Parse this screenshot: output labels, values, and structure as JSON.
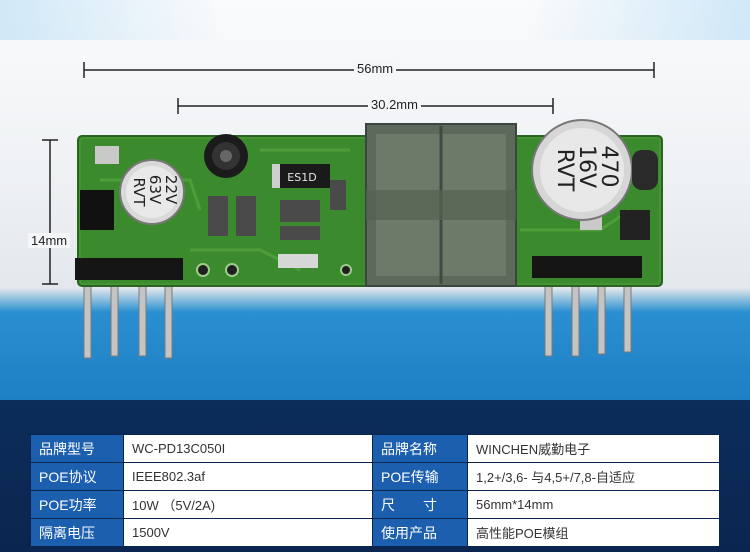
{
  "dimensions": {
    "length_label": "56mm",
    "transformer_label": "30.2mm",
    "height_label": "14mm"
  },
  "components": {
    "cap_left_marking": "22V\n63V\nRVT",
    "cap_left_lines": [
      "22V",
      "63V",
      "RVT"
    ],
    "cap_right_lines": [
      "470",
      "16V",
      "RVT"
    ],
    "diode_marking": "ES1D"
  },
  "spec_table": {
    "rows": [
      {
        "k1": "品牌型号",
        "v1": "WC-PD13C050I",
        "k2": "品牌名称",
        "v2": "WINCHEN威勤电子"
      },
      {
        "k1": "POE协议",
        "v1": "IEEE802.3af",
        "k2": "POE传输",
        "v2": "1,2+/3,6- 与4,5+/7,8-自适应"
      },
      {
        "k1": "POE功率",
        "v1": "10W （5V/2A)",
        "k2": "尺　　寸",
        "v2": "56mm*14mm"
      },
      {
        "k1": "隔离电压",
        "v1": "1500V",
        "k2": "使用产品",
        "v2": "高性能POE模组"
      }
    ]
  },
  "colors": {
    "pcb": "#3b8a2e",
    "header_cell": "#1b5fae",
    "table_bg": "#0a2650",
    "accent_blue": "#1d7fc4"
  }
}
